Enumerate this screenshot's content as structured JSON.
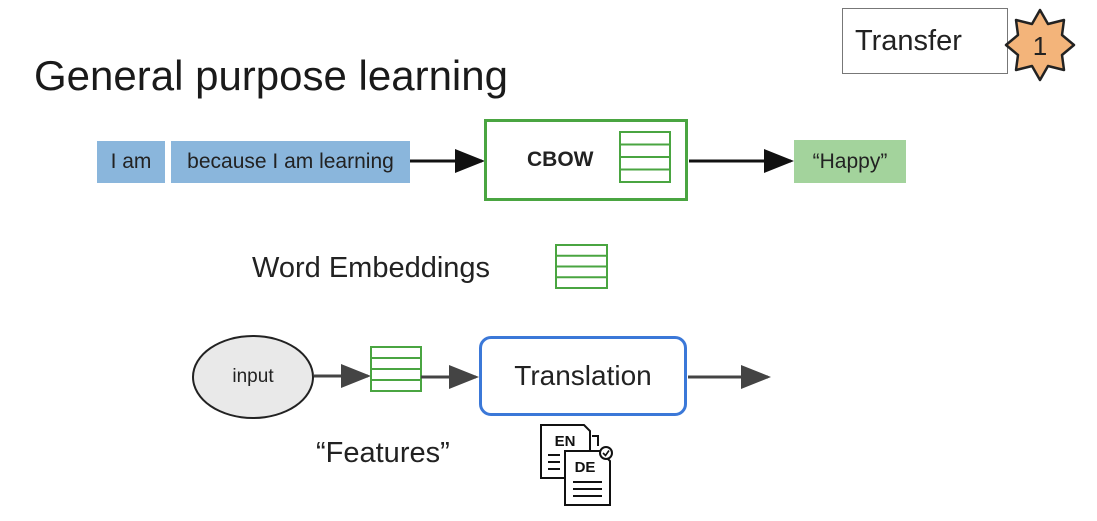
{
  "title": "General purpose learning",
  "badge": {
    "label": "Transfer",
    "step": "1",
    "color": "#f3b47a"
  },
  "cbow_row": {
    "tokens": [
      "I am",
      "because I am learning"
    ],
    "model": "CBOW",
    "output": "“Happy”"
  },
  "embeddings": {
    "label": "Word Embeddings",
    "icon": "embedding-matrix-icon"
  },
  "translation_row": {
    "input": "input",
    "model": "Translation",
    "features_label": "“Features”",
    "doc_icon": {
      "source_lang": "EN",
      "target_lang": "DE"
    }
  },
  "colors": {
    "token_blue": "#8ab6dc",
    "output_green": "#a3d39c",
    "cbow_border": "#4aa541",
    "translation_border": "#3b78d8"
  }
}
